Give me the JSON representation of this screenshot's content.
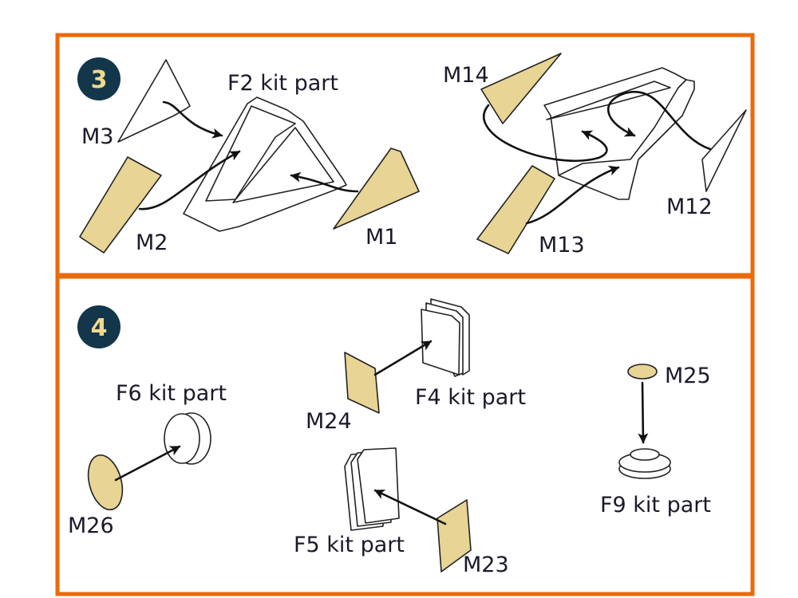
{
  "steps": [
    {
      "number": "3",
      "labels": {
        "f2": "F2 kit part",
        "m3": "M3",
        "m2": "M2",
        "m1": "M1",
        "m14": "M14",
        "m13": "M13",
        "m12": "M12"
      }
    },
    {
      "number": "4",
      "labels": {
        "f6": "F6 kit part",
        "m26": "M26",
        "m24": "M24",
        "f4": "F4 kit part",
        "f5": "F5 kit part",
        "m23": "M23",
        "m25": "M25",
        "f9": "F9 kit part"
      }
    }
  ],
  "colors": {
    "frame": "#ea6a0c",
    "badge": "#14364a",
    "photo_etch": "#e8d494"
  }
}
